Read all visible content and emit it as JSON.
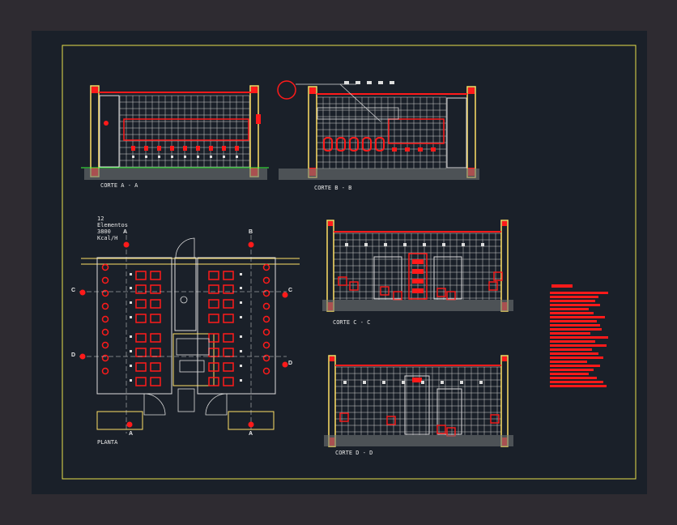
{
  "sheet": {
    "section_aa": "CORTE A - A",
    "section_bb": "CORTE B - B",
    "section_cc": "CORTE C - C",
    "section_dd": "CORTE D - D",
    "plan_label": "PLANTA",
    "plan_notes": [
      "12",
      "Elementos",
      "3800",
      "Kcal/H"
    ],
    "cut_markers": {
      "a": "A",
      "b": "B",
      "c": "C",
      "d": "D"
    }
  },
  "colors": {
    "background": "#2e2b31",
    "sheet": "#1a2029",
    "border": "#e8e04a",
    "red": "#ff1a1a",
    "grid": "#dddddd",
    "ground": "#9aa0a0"
  }
}
